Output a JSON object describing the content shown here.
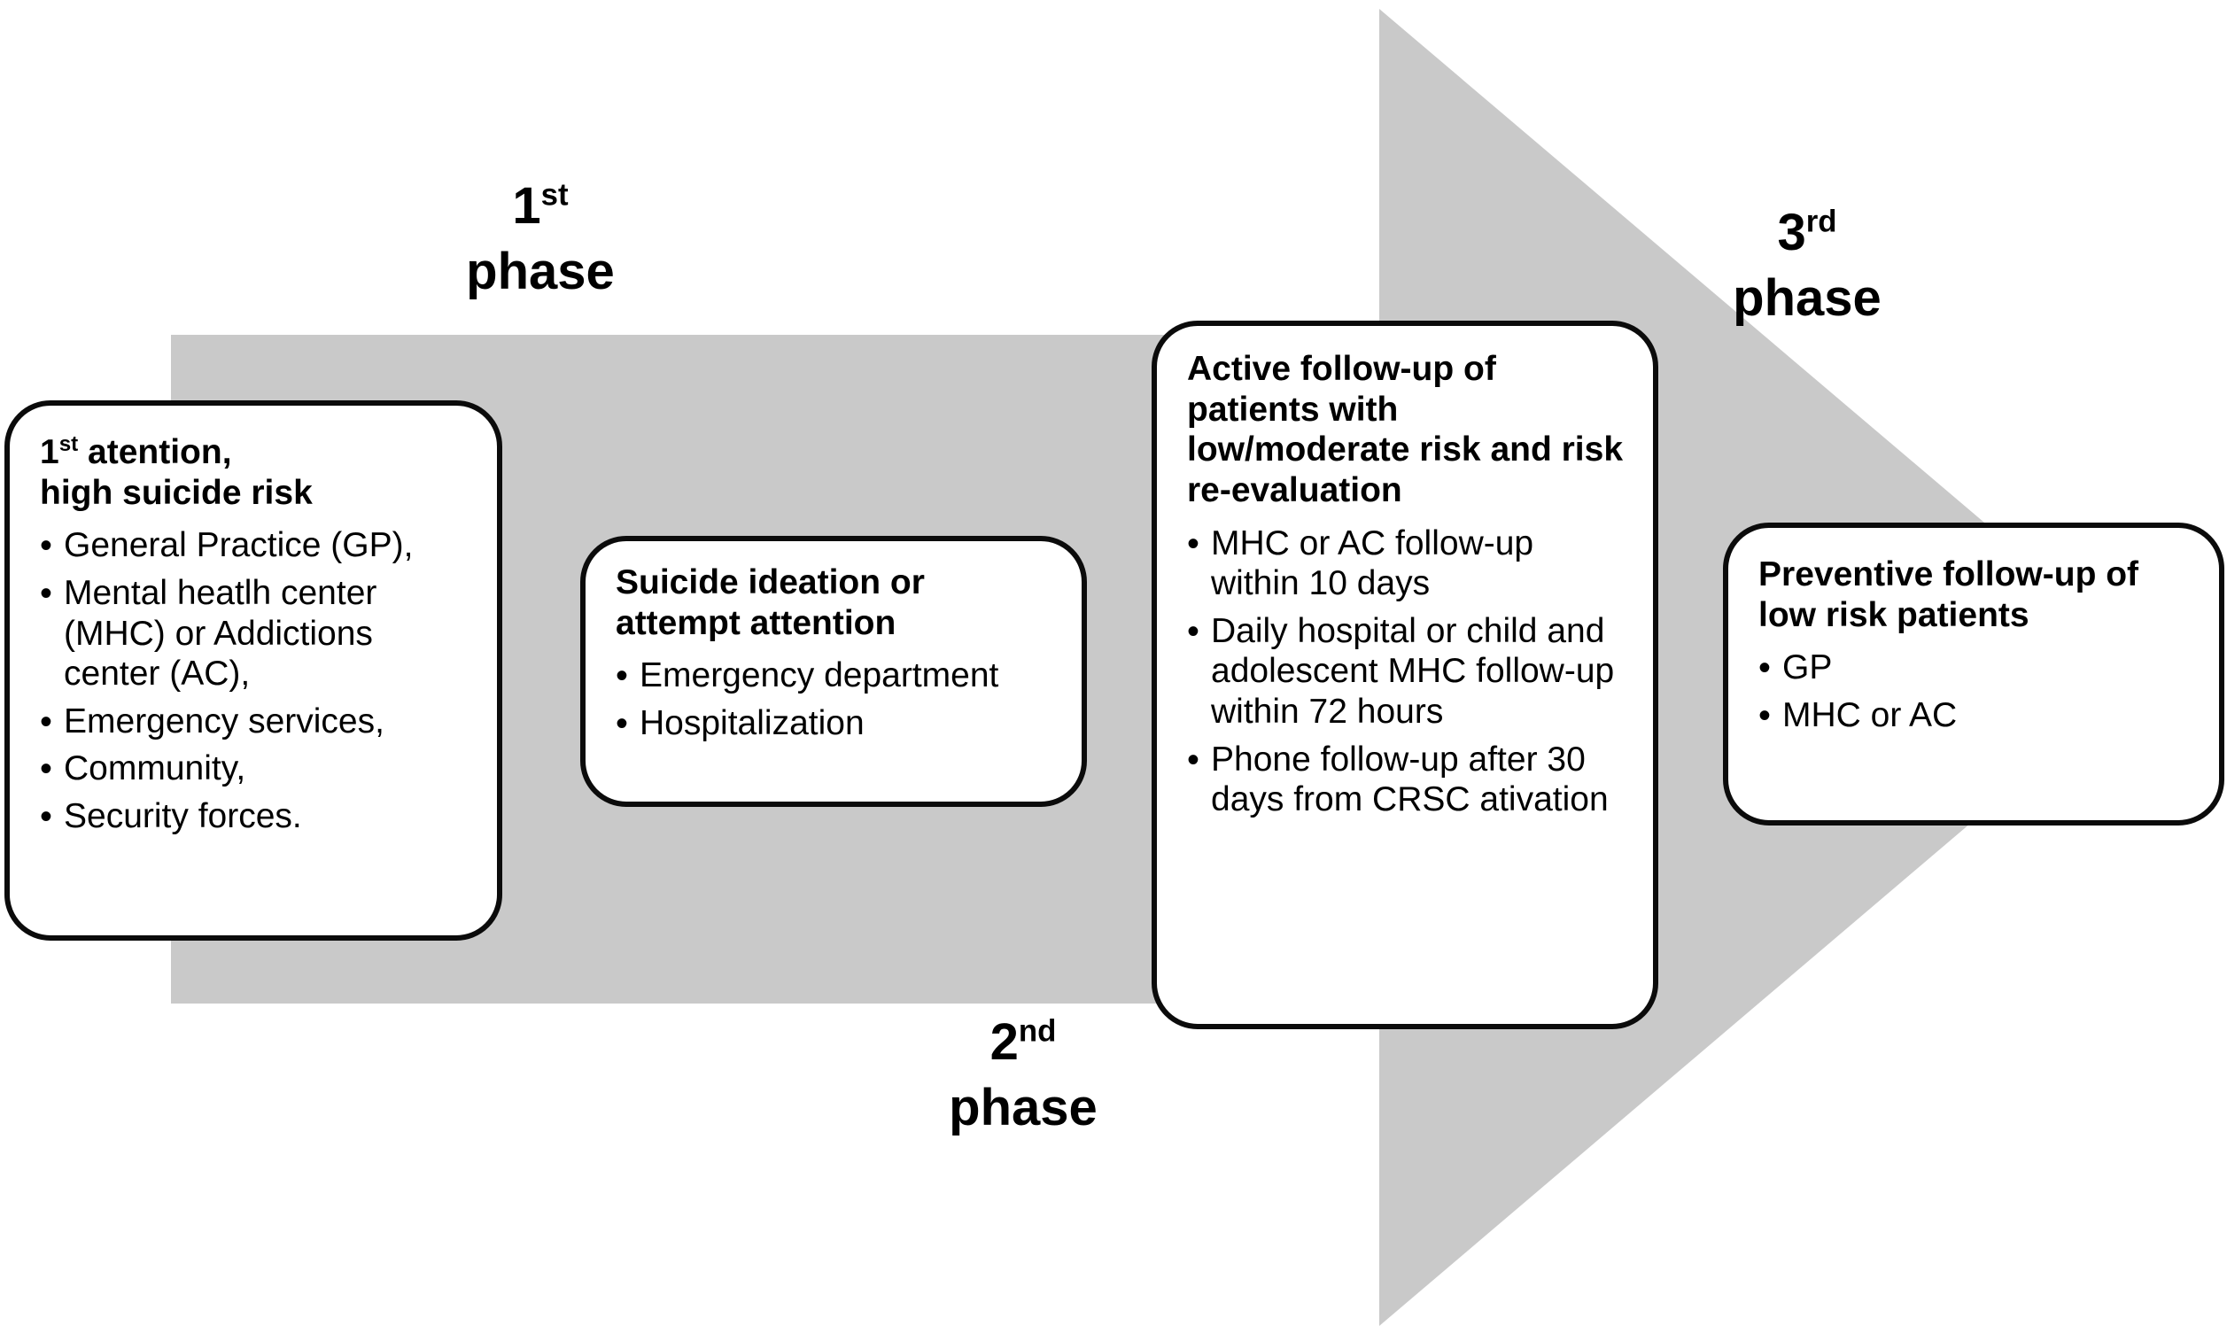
{
  "figure": {
    "type": "process-flow-arrow-diagram",
    "colors": {
      "arrow_fill": "#c9c9c9",
      "box_border": "#0b0b0b",
      "box_fill": "#ffffff",
      "text": "#000000",
      "page_background": "#ffffff"
    }
  },
  "phases": [
    {
      "id": "phase-1",
      "number": "1",
      "ordinal": "st",
      "word": "phase"
    },
    {
      "id": "phase-2",
      "number": "2",
      "ordinal": "nd",
      "word": "phase"
    },
    {
      "id": "phase-3",
      "number": "3",
      "ordinal": "rd",
      "word": "phase"
    }
  ],
  "cards": [
    {
      "id": "card-1",
      "title_lead": "1",
      "title_ordinal": "st",
      "title_rest": " atention,\nhigh suicide risk",
      "bullets": [
        "General Practice (GP),",
        "Mental heatlh center (MHC) or Addictions center (AC),",
        "Emergency services,",
        "Community,",
        "Security forces."
      ]
    },
    {
      "id": "card-2",
      "title": "Suicide ideation or attempt attention",
      "bullets": [
        "Emergency department",
        "Hospitalization"
      ]
    },
    {
      "id": "card-3",
      "title": "Active follow-up of patients with low/moderate risk and risk re-evaluation",
      "bullets": [
        "MHC or AC follow-up within 10 days",
        "Daily hospital or child and adolescent MHC follow-up within 72 hours",
        "Phone follow-up after 30 days from CRSC ativation"
      ]
    },
    {
      "id": "card-4",
      "title": "Preventive follow-up of low risk patients",
      "bullets": [
        "GP",
        "MHC or AC"
      ]
    }
  ]
}
